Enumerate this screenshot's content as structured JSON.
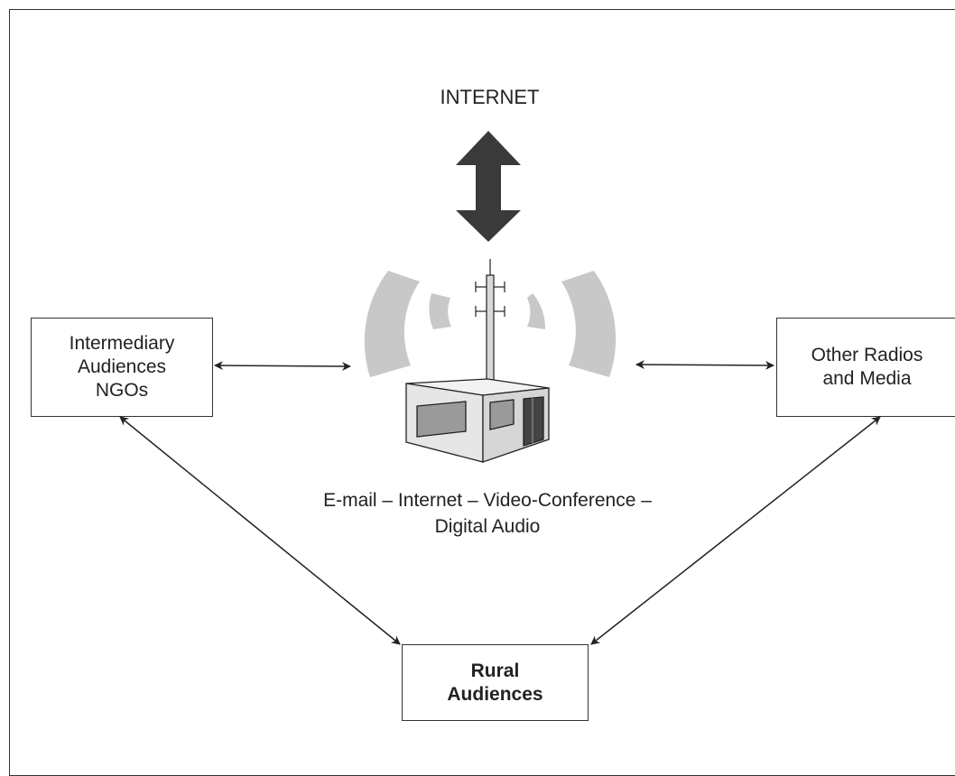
{
  "diagram": {
    "internet_label": "INTERNET",
    "left_node": [
      "Intermediary",
      "Audiences",
      "NGOs"
    ],
    "right_node": [
      "Other Radios",
      "and Media"
    ],
    "bottom_node": [
      "Rural",
      "Audiences"
    ],
    "services_line1": "E-mail – Internet – Video-Conference –",
    "services_line2": "Digital Audio",
    "colors": {
      "arrow_dark": "#3a3a3a",
      "wave_gray": "#c8c8c8",
      "building_fill": "#e6e6e6",
      "line": "#222222"
    }
  }
}
